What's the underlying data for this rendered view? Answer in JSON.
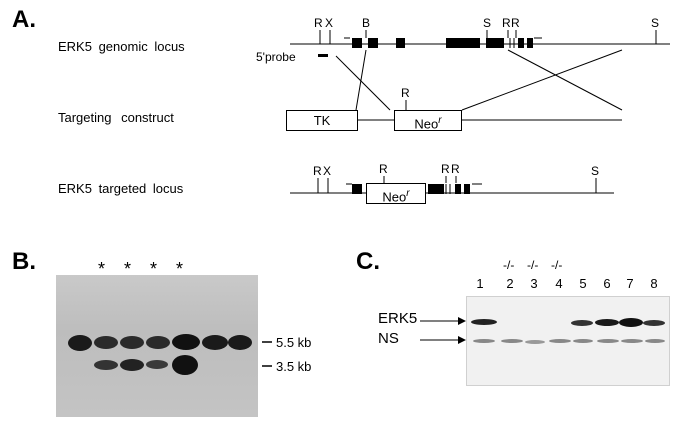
{
  "panels": {
    "a": "A.",
    "b": "B.",
    "c": "C."
  },
  "rows": {
    "genomic": "ERK5 genomic locus",
    "construct": "Targeting construct",
    "targeted": "ERK5 targeted locus"
  },
  "probe": "5'probe",
  "sites": {
    "genomic": [
      "R",
      "X",
      "B",
      "S",
      "R",
      "R",
      "S"
    ],
    "construct": [
      "R"
    ],
    "targeted": [
      "R",
      "X",
      "R",
      "R",
      "R",
      "S"
    ]
  },
  "boxes": {
    "tk": "TK",
    "neo": "Neo",
    "neo_sup": "r"
  },
  "blot_b": {
    "asterisks": [
      "*",
      "*",
      "*",
      "*"
    ],
    "markers": [
      "5.5 kb",
      "3.5 kb"
    ]
  },
  "blot_c": {
    "lanes": [
      "1",
      "2",
      "3",
      "4",
      "5",
      "6",
      "7",
      "8"
    ],
    "genotypes": [
      "-/-",
      "-/-",
      "-/-"
    ],
    "labels": [
      "ERK5",
      "NS"
    ]
  }
}
